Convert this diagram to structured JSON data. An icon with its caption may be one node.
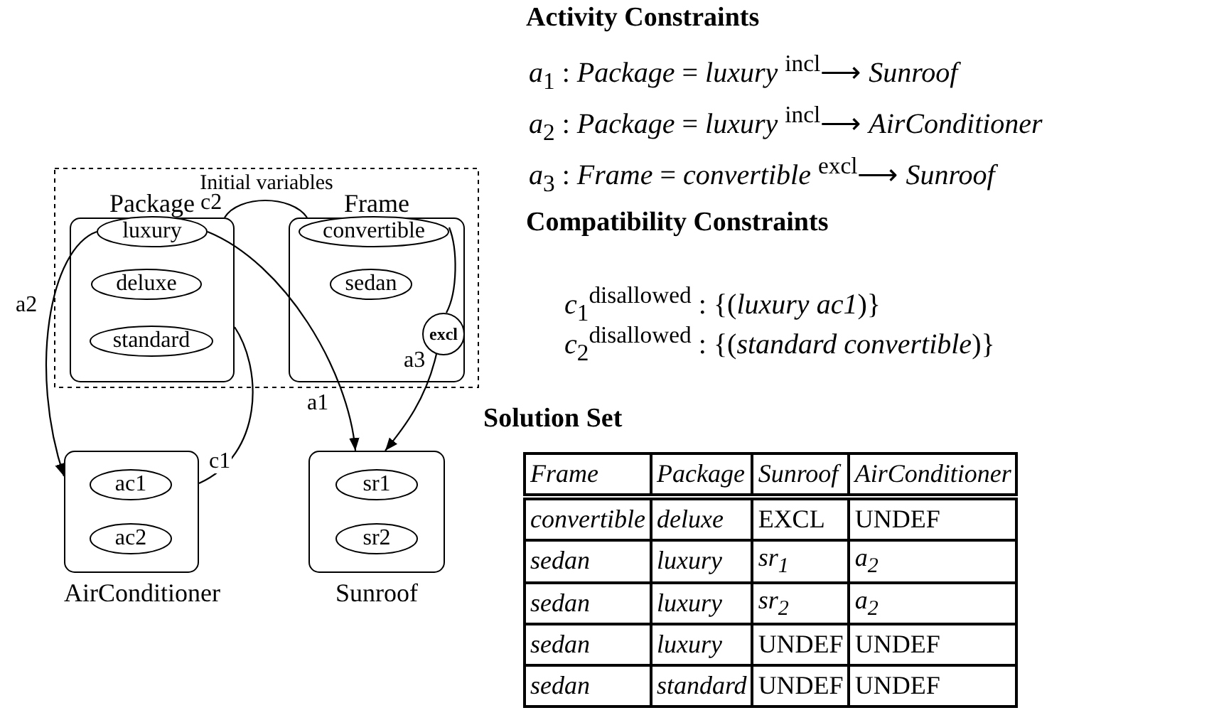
{
  "diagram": {
    "nodes": [
      {
        "text": [
          "Initial variables"
        ]
      },
      {
        "text": [
          "Package"
        ],
        "in": 0
      },
      {
        "text": [
          "luxury"
        ],
        "in": 1
      },
      {
        "text": [
          "deluxe"
        ],
        "in": 1
      },
      {
        "text": [
          "standard"
        ],
        "in": 1
      },
      {
        "text": [
          "Frame"
        ],
        "in": 0
      },
      {
        "text": [
          "convertible"
        ],
        "in": 5
      },
      {
        "text": [
          "sedan"
        ],
        "in": 5
      },
      {
        "text": [
          "excl"
        ],
        "in": 5
      },
      {
        "text": [
          "AirConditioner"
        ]
      },
      {
        "text": [
          "ac1"
        ],
        "in": 9
      },
      {
        "text": [
          "ac2"
        ],
        "in": 9
      },
      {
        "text": [
          "Sunroof"
        ]
      },
      {
        "text": [
          "sr1"
        ],
        "in": 12
      },
      {
        "text": [
          "sr2"
        ],
        "in": 12
      }
    ],
    "edges": [
      {
        "from": 1,
        "to": 5,
        "arrow": "none",
        "label": "c2"
      },
      {
        "from": 2,
        "to": 9,
        "arrow": "to",
        "label": "a2"
      },
      {
        "from": 2,
        "to": 12,
        "arrow": "to",
        "label": "a1"
      },
      {
        "from": 1,
        "to": 9,
        "arrow": "none",
        "label": "c1"
      },
      {
        "from": 6,
        "to": 8,
        "arrow": "none"
      },
      {
        "from": 8,
        "to": 12,
        "arrow": "to",
        "label": "a3"
      }
    ],
    "labels": [
      "Activity Constraints",
      "*a*$_{1}$ : *Package* = *luxury* $^{incl}$⟶ *Sunroof*",
      "*a*$_{2}$ : *Package* = *luxury* $^{incl}$⟶ *AirConditioner*",
      "*a*$_{3}$ : *Frame* = *convertible* $^{excl}$⟶ *Sunroof*",
      "Compatibility Constraints",
      "*c*$_{1}$$^{disallowed}$ : {(*luxury ac1*)}",
      "*c*$_{2}$$^{disallowed}$ : {(*standard convertible*)}",
      "Solution Set",
      "Frame",
      "Package",
      "Sunroof",
      "AirConditioner",
      "convertible",
      "deluxe",
      "EXCL",
      "UNDEF",
      "sedan",
      "luxury",
      "sr$_{1}$",
      "a$_{2}$",
      "sedan",
      "luxury",
      "sr$_{2}$",
      "a$_{2}$",
      "sedan",
      "luxury",
      "UNDEF",
      "UNDEF",
      "sedan",
      "standard",
      "UNDEF",
      "UNDEF"
    ]
  }
}
